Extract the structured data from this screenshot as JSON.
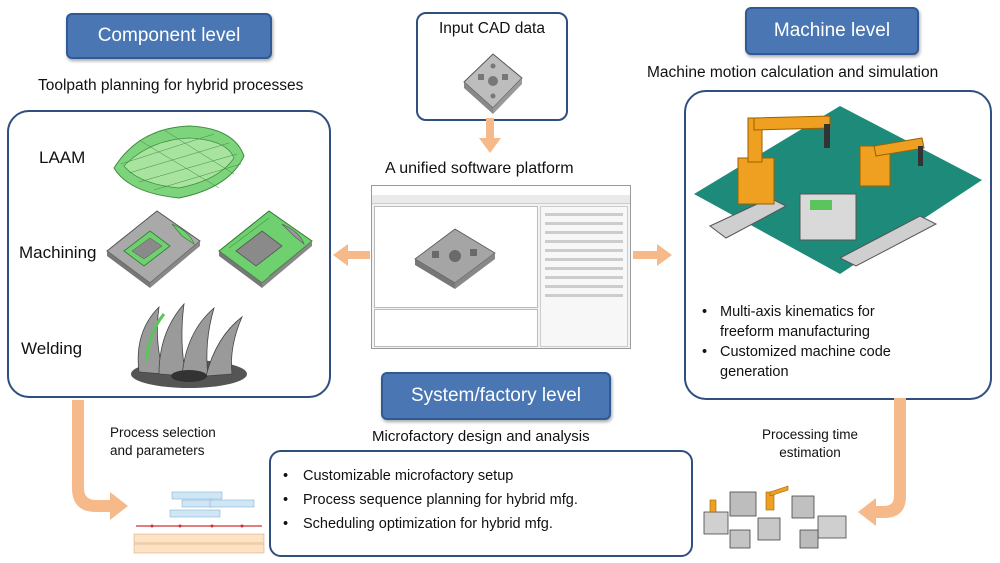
{
  "component": {
    "header": "Component level",
    "subtitle": "Toolpath planning for hybrid processes",
    "items": [
      "LAAM",
      "Machining",
      "Welding"
    ]
  },
  "input": {
    "title": "Input CAD data"
  },
  "platform": {
    "title": "A unified software platform"
  },
  "machine": {
    "header": "Machine level",
    "subtitle": "Machine motion calculation and simulation",
    "bullets": [
      "Multi-axis kinematics for freeform manufacturing",
      "Customized machine code generation"
    ],
    "bullet_lines": [
      [
        "Multi-axis kinematics for",
        "freeform manufacturing"
      ],
      [
        "Customized machine code",
        "generation"
      ]
    ]
  },
  "system": {
    "header": "System/factory level",
    "subtitle": "Microfactory design and analysis",
    "bullets": [
      "Customizable microfactory setup",
      "Process sequence planning for hybrid mfg.",
      "Scheduling optimization for hybrid mfg."
    ]
  },
  "process_selection": {
    "lines": [
      "Process selection",
      "and parameters"
    ]
  },
  "processing_time": {
    "lines": [
      "Processing time",
      "estimation"
    ]
  },
  "colors": {
    "header_fill": "#4a77b4",
    "panel_border": "#2f4f7f",
    "arrow": "#f5b98a",
    "green": "#5cc45c",
    "robot": "#f0a020"
  }
}
